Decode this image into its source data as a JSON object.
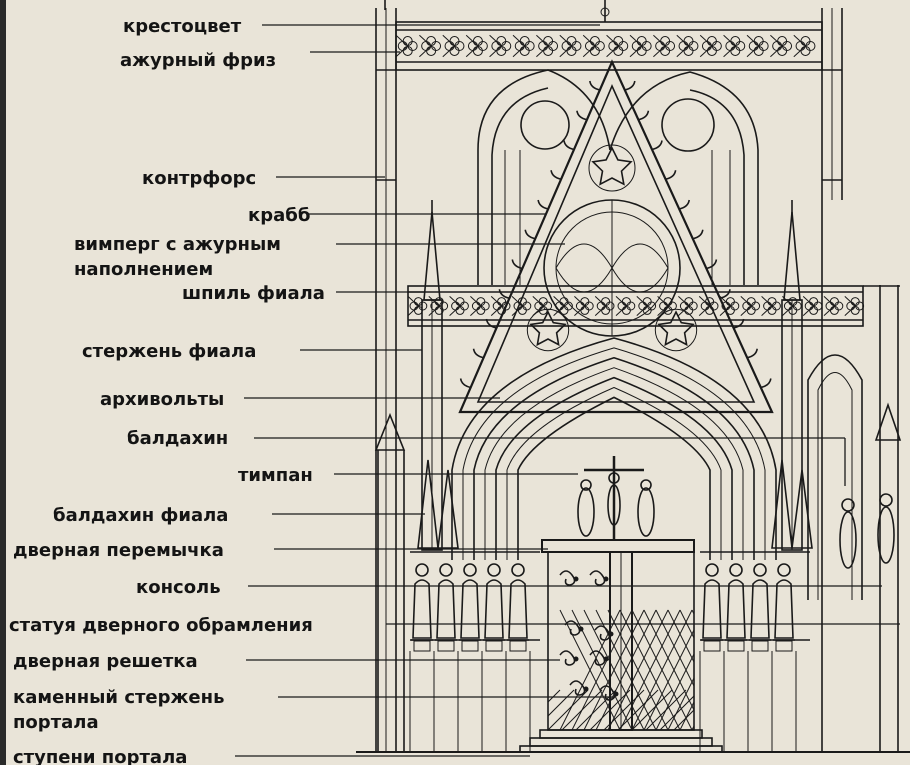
{
  "labels": [
    {
      "id": "krestotsvet",
      "text": "крестоцвет"
    },
    {
      "id": "azhurny-friz",
      "text": "ажурный фриз"
    },
    {
      "id": "kontrfors",
      "text": "контрфорс"
    },
    {
      "id": "krabb",
      "text": "крабб"
    },
    {
      "id": "vimperg-1",
      "text": "вимперг с ажурным"
    },
    {
      "id": "vimperg-2",
      "text": "наполнением"
    },
    {
      "id": "shpil-fiala",
      "text": "шпиль фиала"
    },
    {
      "id": "sterzhen-fiala",
      "text": "стержень фиала"
    },
    {
      "id": "arkhivolty",
      "text": "архивольты"
    },
    {
      "id": "baldakhin",
      "text": "балдахин"
    },
    {
      "id": "timpan",
      "text": "тимпан"
    },
    {
      "id": "baldakhin-fiala",
      "text": "балдахин фиала"
    },
    {
      "id": "dvernaya-peremychka",
      "text": "дверная перемычка"
    },
    {
      "id": "konsol",
      "text": "консоль"
    },
    {
      "id": "statuya",
      "text": "статуя дверного обрамления"
    },
    {
      "id": "dvernaya-reshetka",
      "text": "дверная решетка"
    },
    {
      "id": "kamenny-1",
      "text": "каменный стержень"
    },
    {
      "id": "kamenny-2",
      "text": "портала"
    },
    {
      "id": "stupeni",
      "text": "ступени портала"
    }
  ]
}
